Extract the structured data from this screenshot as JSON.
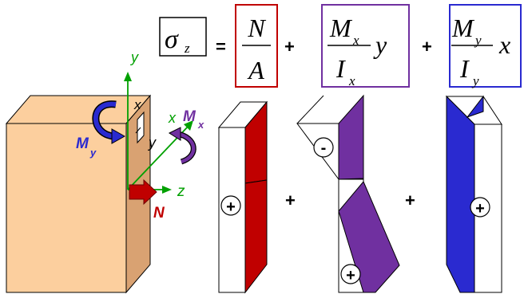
{
  "formula": {
    "lhs": {
      "sigma": "σ",
      "sub": "z"
    },
    "equals": "=",
    "plus": "+",
    "axial": {
      "num": "N",
      "den": "A"
    },
    "bend_x": {
      "num_var": "M",
      "num_sub": "x",
      "den_var": "I",
      "den_sub": "x",
      "factor": "y"
    },
    "bend_y": {
      "num_var": "M",
      "num_sub": "y",
      "den_var": "I",
      "den_sub": "y",
      "factor": "x"
    }
  },
  "column_labels": {
    "y_axis": "y",
    "x_axis": "x",
    "z_axis": "z",
    "section_x": "x",
    "section_y": "y",
    "moment_x": "M",
    "moment_x_sub": "x",
    "moment_y": "M",
    "moment_y_sub": "y",
    "normal_force": "N"
  },
  "stress_diagrams": {
    "plus_between": "+",
    "sign_plus": "+",
    "sign_minus": "-"
  },
  "colors": {
    "axial": "#c00000",
    "bend_x": "#7030a0",
    "bend_y": "#2a2ad0",
    "axis": "#00a000",
    "column_face": "#fccf9e",
    "column_side": "#d9a272",
    "normal_force": "#c00000"
  }
}
